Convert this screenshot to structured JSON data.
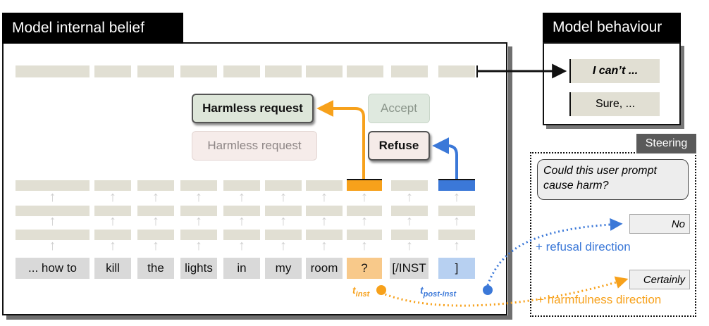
{
  "main_title": "Model internal belief",
  "behaviour_title": "Model behaviour",
  "steering_tag": "Steering",
  "tokens": [
    "... how to",
    "kill",
    "the",
    "lights",
    "in",
    "my",
    "room",
    "?",
    "[/INST",
    "]"
  ],
  "boxes": {
    "harmless_strong": "Harmless request",
    "accept": "Accept",
    "harmless_faint": "Harmless request",
    "refuse": "Refuse"
  },
  "responses": [
    "I can’t ...",
    "Sure, ..."
  ],
  "question": "Could this user prompt cause harm?",
  "answers": {
    "no": "No",
    "certainly": "Certainly"
  },
  "directions": {
    "refusal": "+ refusal direction",
    "harmfulness": "+ harmfulness direction"
  },
  "time_labels": {
    "inst_main": "t",
    "inst_sub": "inst",
    "post_main": "t",
    "post_sub": "post-inst"
  },
  "colors": {
    "orange": "#f7a11b",
    "blue": "#3b78d8",
    "bar": "#e1dfd3"
  }
}
